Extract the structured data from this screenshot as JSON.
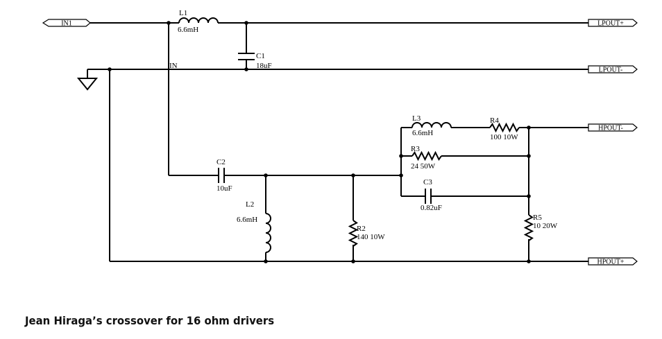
{
  "ports": {
    "in1": "IN1",
    "lpout_plus": "LPOUT+",
    "lpout_minus": "LPOUT-",
    "hpout_minus": "HPOUT-",
    "hpout_plus": "HPOUT+"
  },
  "net_label_in": "IN",
  "components": {
    "L1": {
      "name": "L1",
      "value": "6.6mH"
    },
    "C1": {
      "name": "C1",
      "value": "18uF"
    },
    "C2": {
      "name": "C2",
      "value": "10uF"
    },
    "L2": {
      "name": "L2",
      "value": "6.6mH"
    },
    "R2": {
      "name": "R2",
      "value": "140 10W"
    },
    "L3": {
      "name": "L3",
      "value": "6.6mH"
    },
    "R4": {
      "name": "R4",
      "value": "100 10W"
    },
    "R3": {
      "name": "R3",
      "value": "24 50W"
    },
    "C3": {
      "name": "C3",
      "value": "0.82uF"
    },
    "R5": {
      "name": "R5",
      "value": "10 20W"
    }
  },
  "caption": "Jean Hiraga’s crossover for 16 ohm drivers"
}
